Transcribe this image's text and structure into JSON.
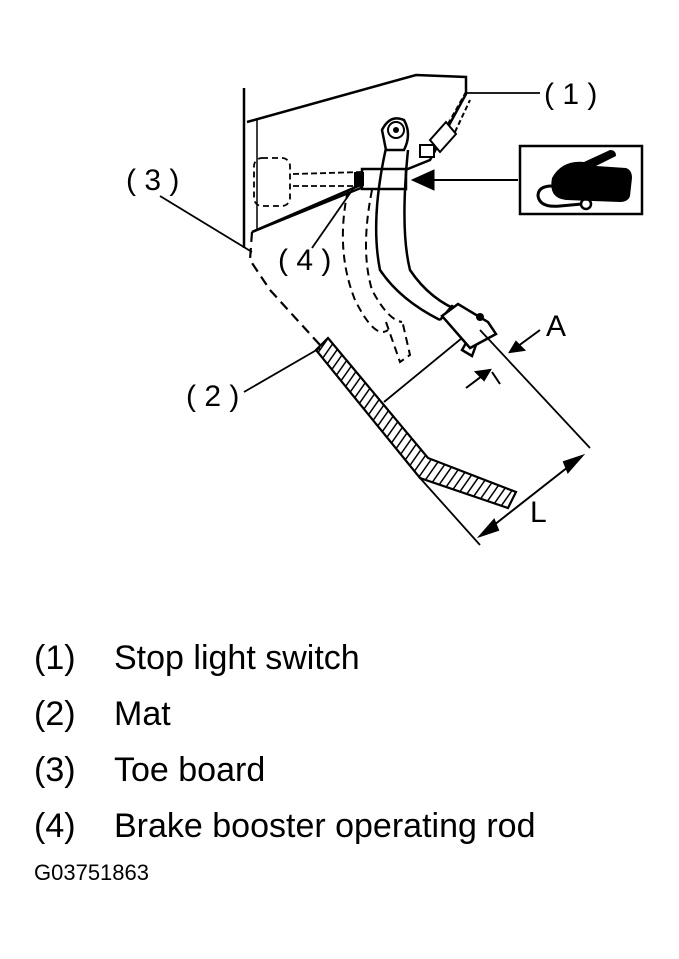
{
  "diagram": {
    "callouts": {
      "c1": "( 1 )",
      "c2": "( 2 )",
      "c3": "( 3 )",
      "c4": "( 4 )"
    },
    "dimensions": {
      "a": "A",
      "l": "L"
    },
    "inset_icon": "grease-gun-icon"
  },
  "legend": {
    "items": [
      {
        "num": "(1)",
        "label": "Stop light switch"
      },
      {
        "num": "(2)",
        "label": "Mat"
      },
      {
        "num": "(3)",
        "label": "Toe board"
      },
      {
        "num": "(4)",
        "label": "Brake booster operating rod"
      }
    ]
  },
  "figure_id": "G03751863"
}
